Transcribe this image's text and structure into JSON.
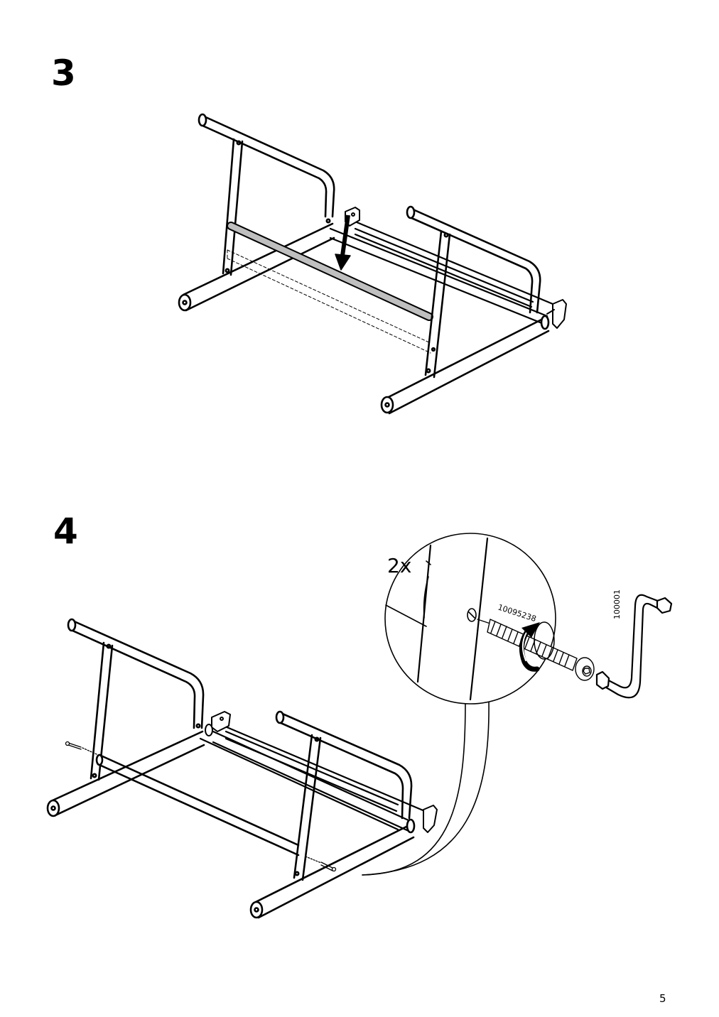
{
  "steps": [
    {
      "number": "3"
    },
    {
      "number": "4",
      "detail": {
        "quantity": "2x",
        "bolt_part": "10095238",
        "tool_part": "100001"
      }
    }
  ],
  "page_number": "5"
}
